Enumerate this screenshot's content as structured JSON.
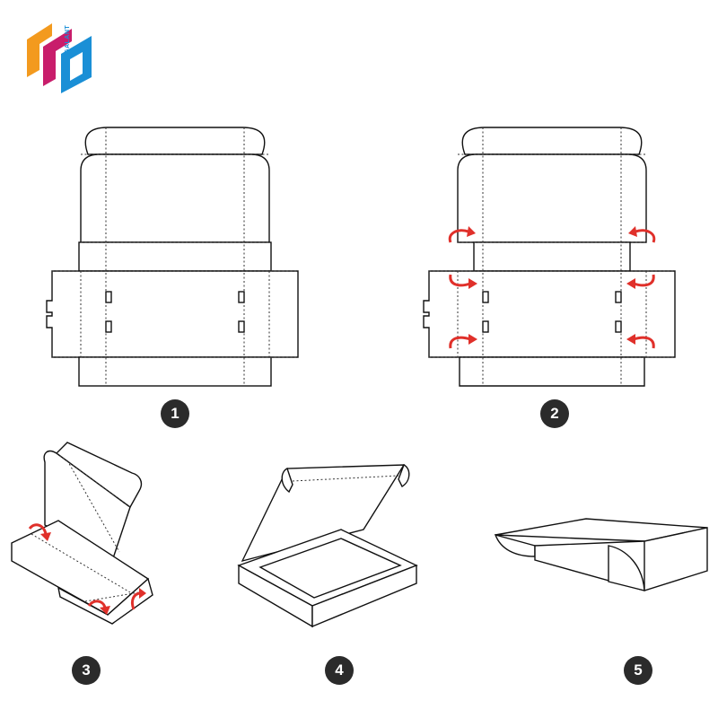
{
  "brand": {
    "name": "GALANT",
    "colors": {
      "orange": "#f39a1e",
      "magenta": "#c81d6b",
      "blue": "#1a8fd6"
    }
  },
  "steps": [
    {
      "number": "1"
    },
    {
      "number": "2"
    },
    {
      "number": "3"
    },
    {
      "number": "4"
    },
    {
      "number": "5"
    }
  ],
  "colors": {
    "line": "#111111",
    "arrow": "#e0302a",
    "badge": "#2b2b2b"
  }
}
